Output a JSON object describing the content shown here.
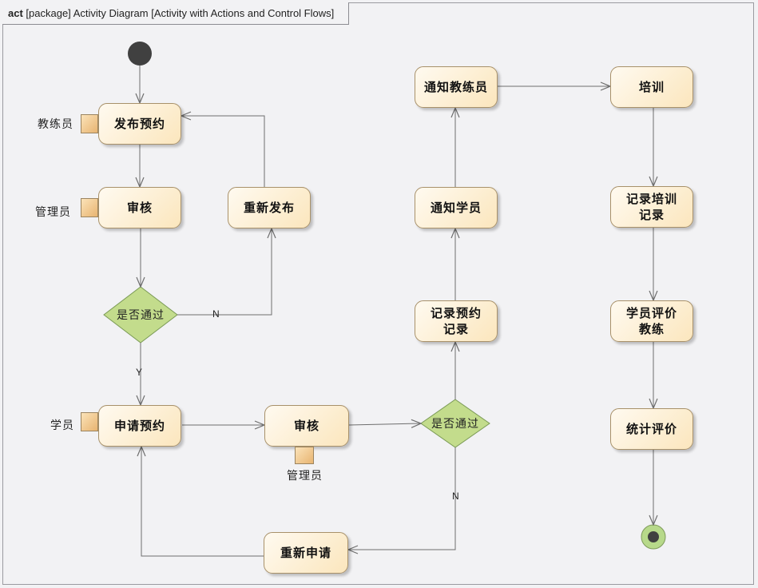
{
  "frame": {
    "keyword": "act",
    "title": "[package] Activity Diagram [Activity with Actions and Control Flows]"
  },
  "actions": {
    "publish_booking": "发布预约",
    "review_1": "审核",
    "republish": "重新发布",
    "apply_booking": "申请预约",
    "review_2": "审核",
    "reapply": "重新申请",
    "record_booking": "记录预约\n记录",
    "notify_student": "通知学员",
    "notify_coach": "通知教练员",
    "training": "培训",
    "record_training": "记录培训\n记录",
    "student_rates_coach": "学员评价\n教练",
    "stats_rating": "统计评价"
  },
  "decisions": {
    "passed_1": "是否通过",
    "passed_2": "是否通过"
  },
  "pins": {
    "coach": "教练员",
    "admin_1": "管理员",
    "student": "学员",
    "admin_2": "管理员"
  },
  "guards": {
    "no_1": "N",
    "yes_1": "Y",
    "no_2": "N"
  },
  "colors": {
    "action_fill": "#fbe6bd",
    "action_border": "#a8916a",
    "decision_fill": "#c3dc8c",
    "initial_node": "#404040",
    "final_ring": "#b7d98a",
    "final_dot": "#404040",
    "flow_line": "#6e6e6e",
    "background": "#f2f2f4"
  }
}
